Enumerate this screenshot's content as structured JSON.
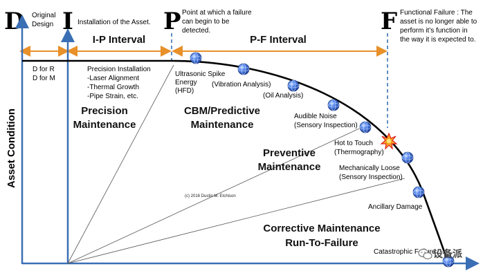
{
  "phases": {
    "d": {
      "letter": "D",
      "desc_lines": [
        "Original",
        "Design"
      ]
    },
    "i": {
      "letter": "I",
      "desc_lines": [
        "Installation of the Asset."
      ]
    },
    "p": {
      "letter": "P",
      "desc_lines": [
        "Point at which a failure",
        "can begin to be",
        "detected."
      ]
    },
    "f": {
      "letter": "F",
      "desc_lines": [
        "Functional Failure : The",
        "asset is no longer able to",
        "perform it’s function in",
        "the way it is expected to."
      ]
    }
  },
  "intervals": {
    "ip": "I-P Interval",
    "pf": "P-F Interval"
  },
  "design_notes": [
    "D for R",
    "D for M"
  ],
  "install_notes": [
    "Precision Installation",
    "-Laser Alignment",
    "-Thermal Growth",
    "-Pipe Strain, etc."
  ],
  "strategies": {
    "precision": [
      "Precision",
      "Maintenance"
    ],
    "cbm": [
      "CBM/Predictive",
      "Maintenance"
    ],
    "preventive": [
      "Preventive",
      "Maintenance"
    ],
    "corrective": [
      "Corrective Maintenance",
      "Run-To-Failure"
    ]
  },
  "y_axis_label": "Asset Condition",
  "copyright": "(c) 2016 Dustin M. Etchison",
  "curve_points": [
    {
      "label_lines": [
        "Ultrasonic Spike",
        "Energy",
        "(HFD)"
      ]
    },
    {
      "label_lines": [
        "(Vibration Analysis)"
      ]
    },
    {
      "label_lines": [
        "(Oil Analysis)"
      ]
    },
    {
      "label_lines": [
        "Audible Noise",
        "(Sensory Inspection)"
      ]
    },
    {
      "label_lines": [
        "Hot to Touch",
        "(Thermography)"
      ]
    },
    {
      "label_lines": [
        "Mechanically Loose",
        "(Sensory Inspection)"
      ]
    },
    {
      "label_lines": [
        "Ancillary Damage"
      ]
    },
    {
      "label_lines": [
        "Catastrophic Failure"
      ]
    }
  ],
  "watermark": "设备派",
  "colors": {
    "axis_blue": "#3a6fb5",
    "interval_orange": "#e8902a",
    "curve": "#000000",
    "node_blue": "#2a5cc9",
    "burst_orange": "#f5a623",
    "burst_red": "#e02020"
  },
  "icons": {
    "node": "blue-globe-icon",
    "burst": "explosion-icon",
    "watermark": "wechat-logo-icon"
  }
}
